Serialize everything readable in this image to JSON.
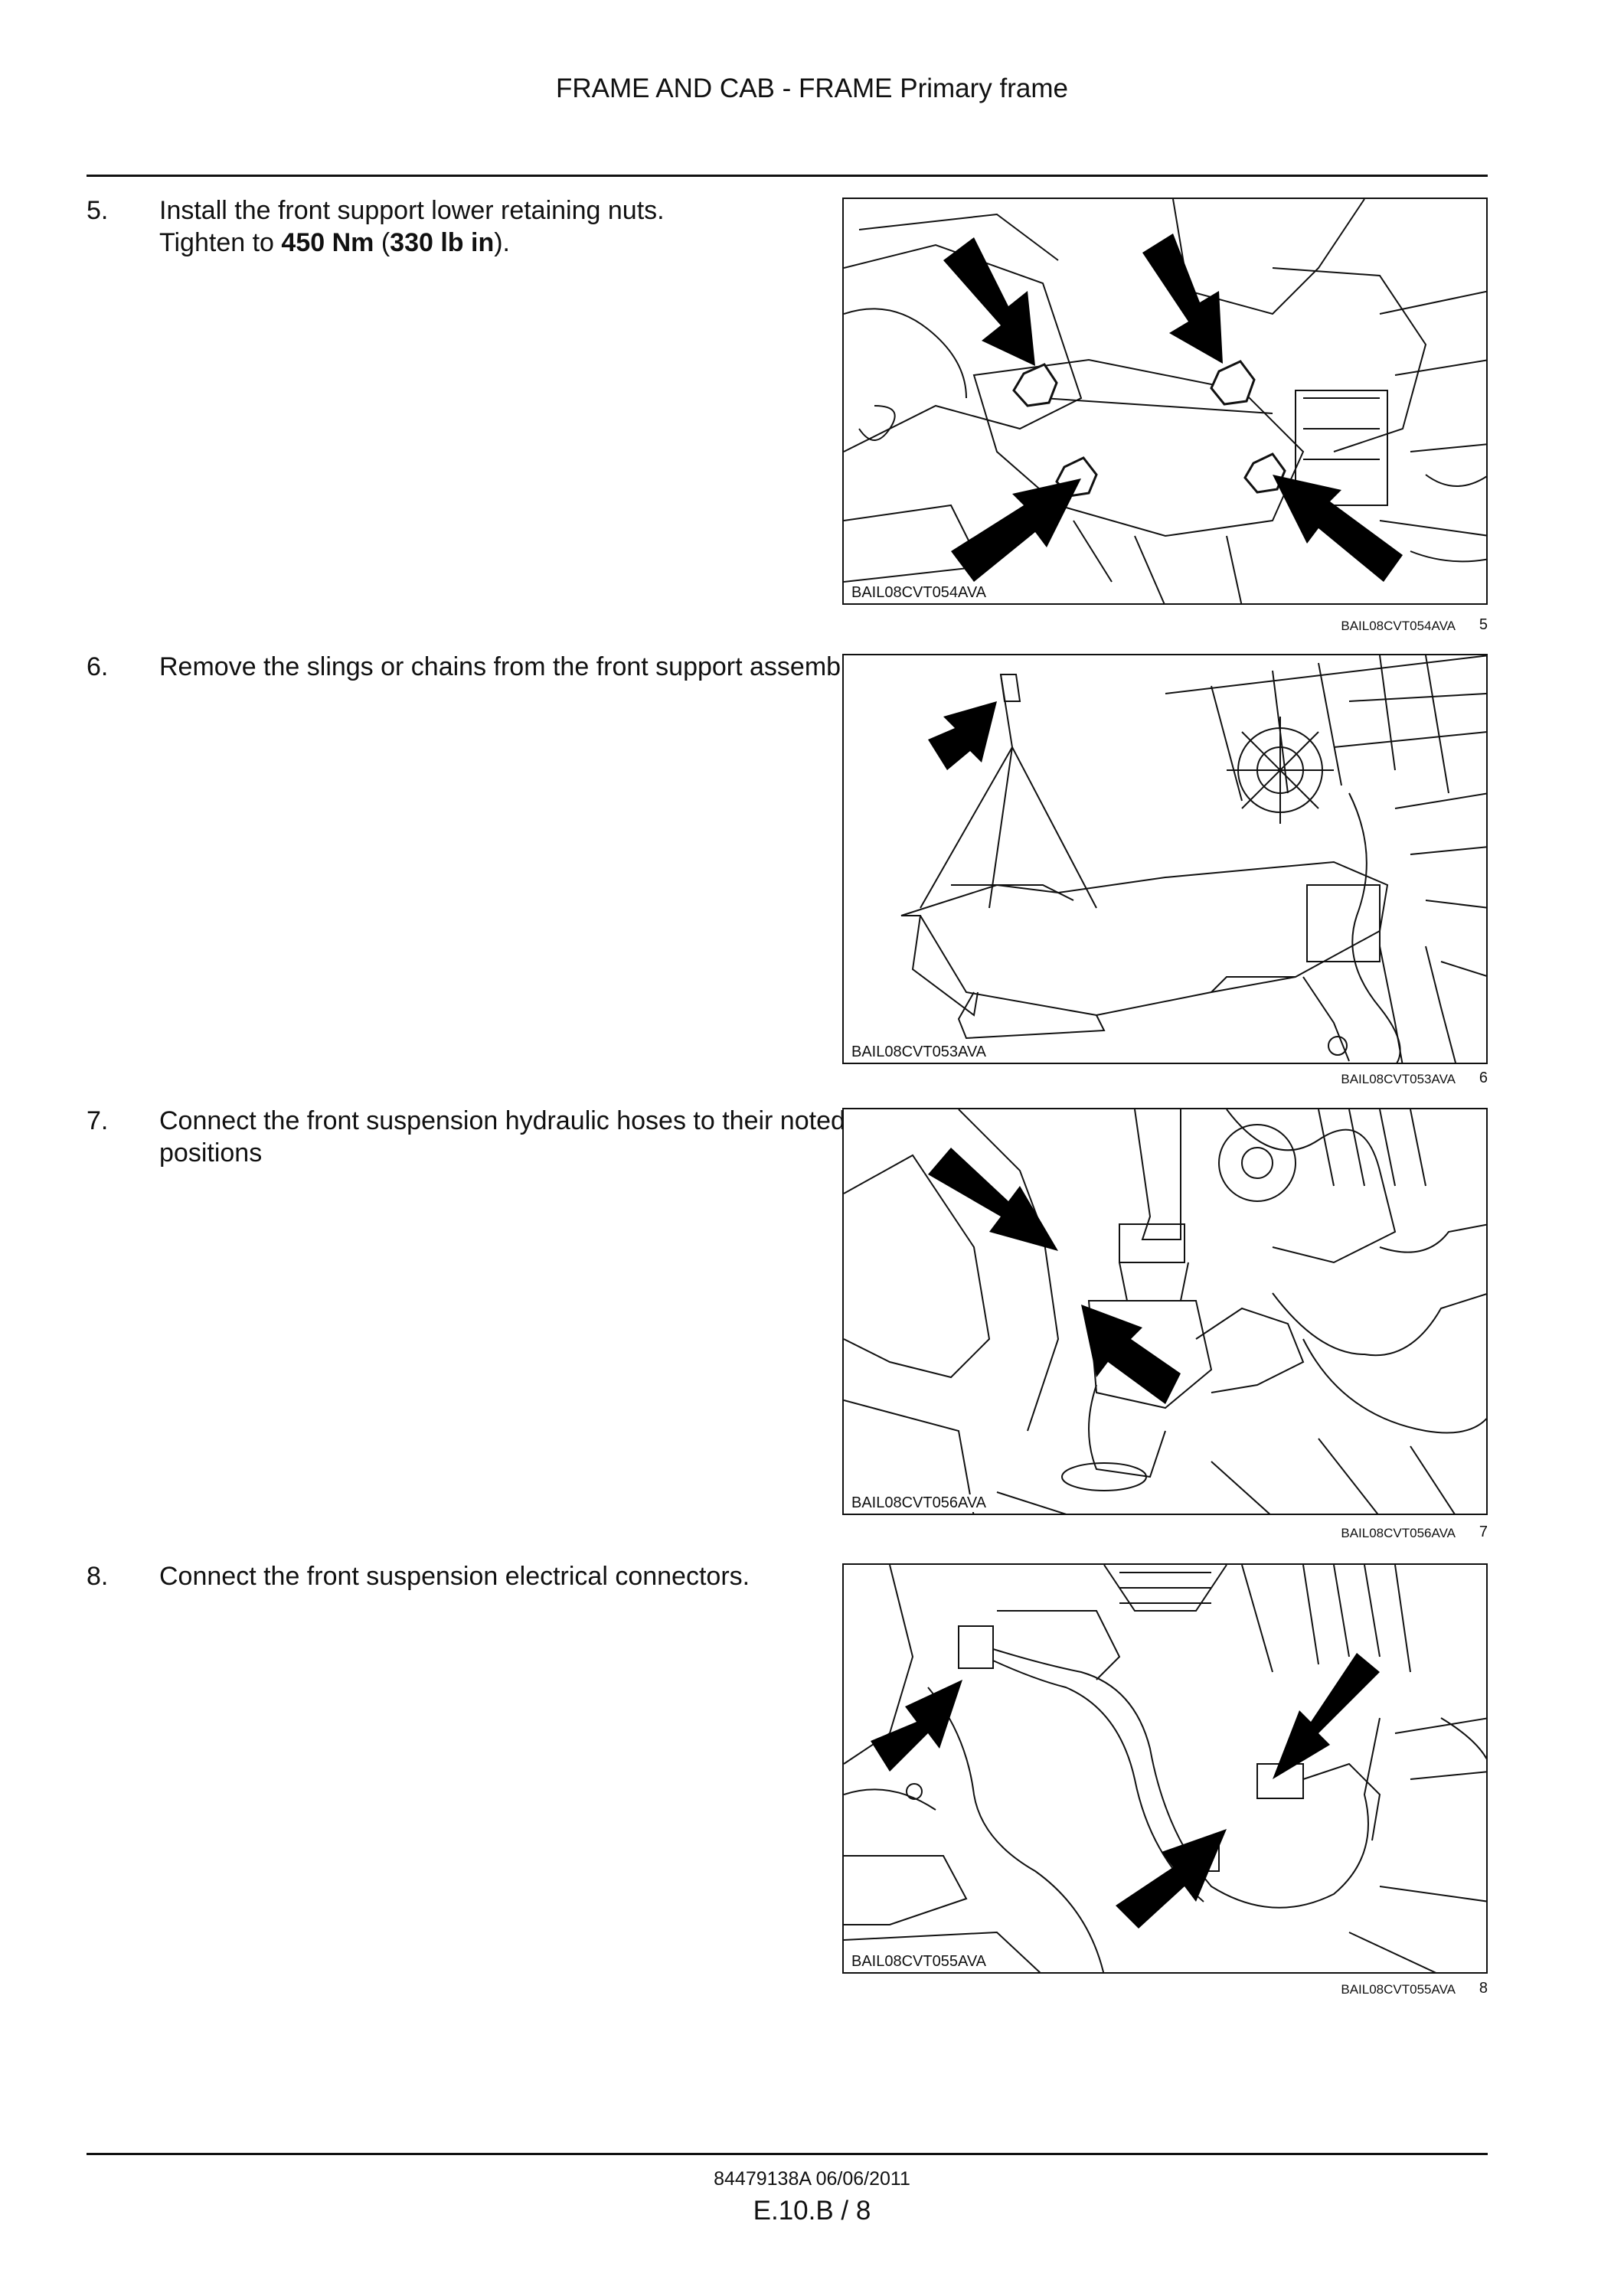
{
  "header": {
    "title": "FRAME AND CAB - FRAME Primary frame"
  },
  "steps": [
    {
      "number": "5.",
      "line1": "Install the front support lower retaining nuts.",
      "line2_prefix": "Tighten to ",
      "torque_nm": "450 Nm",
      "paren_open": " (",
      "torque_lbin": "330 lb in",
      "paren_close": ").",
      "figure_code": "BAIL08CVT054AVA",
      "caption_code": "BAIL08CVT054AVA",
      "figure_number": "5"
    },
    {
      "number": "6.",
      "text": "Remove the slings or chains from the front support assembly.",
      "figure_code": "BAIL08CVT053AVA",
      "caption_code": "BAIL08CVT053AVA",
      "figure_number": "6"
    },
    {
      "number": "7.",
      "text": "Connect the front suspension hydraulic hoses to their noted positions",
      "figure_code": "BAIL08CVT056AVA",
      "caption_code": "BAIL08CVT056AVA",
      "figure_number": "7"
    },
    {
      "number": "8.",
      "text": "Connect the front suspension electrical connectors.",
      "figure_code": "BAIL08CVT055AVA",
      "caption_code": "BAIL08CVT055AVA",
      "figure_number": "8"
    }
  ],
  "footer": {
    "doc_code": "84479138A 06/06/2011",
    "page": "E.10.B / 8"
  },
  "colors": {
    "ink": "#111111",
    "paper": "#ffffff"
  },
  "icons": [
    "pointer-arrow-icon"
  ]
}
